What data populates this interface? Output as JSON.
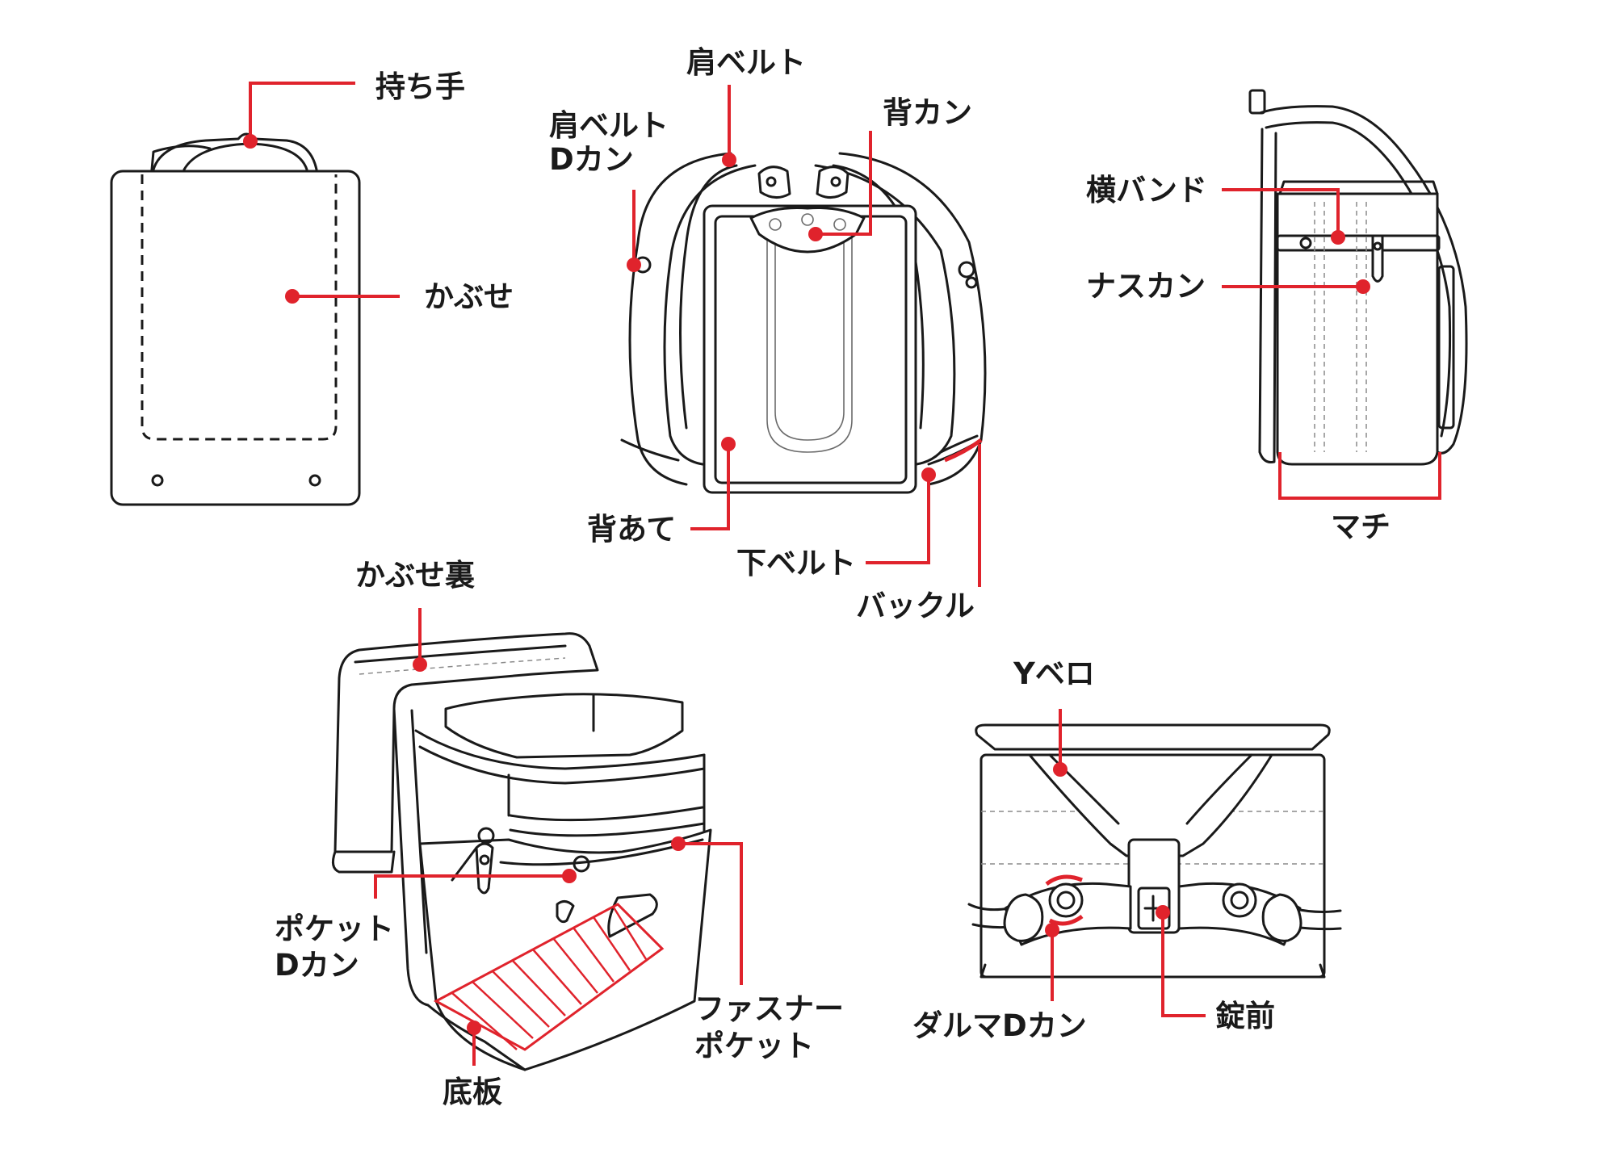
{
  "colors": {
    "accent": "#e0232c",
    "ink": "#1a1a1a",
    "background": "#ffffff"
  },
  "views": {
    "front": "front-view",
    "back": "back-view",
    "side": "side-view",
    "open": "open-view",
    "bottom": "bottom-view"
  },
  "labels": {
    "mochite": "持ち手",
    "kabuse": "かぶせ",
    "kata_belt": "肩ベルト",
    "kata_belt_dkan_1": "肩ベルト",
    "kata_belt_dkan_2": "Dカン",
    "sekan": "背カン",
    "seate": "背あて",
    "shita_belt": "下ベルト",
    "buckle": "バックル",
    "yoko_band": "横バンド",
    "nasukan": "ナスカン",
    "machi": "マチ",
    "kabuse_ura": "かぶせ裏",
    "pocket_dkan_1": "ポケット",
    "pocket_dkan_2": "Dカン",
    "fastener_pocket_1": "ファスナー",
    "fastener_pocket_2": "ポケット",
    "sokoita": "底板",
    "y_bero": "Yベロ",
    "daruma_dkan": "ダルマDカン",
    "jomae": "錠前"
  }
}
